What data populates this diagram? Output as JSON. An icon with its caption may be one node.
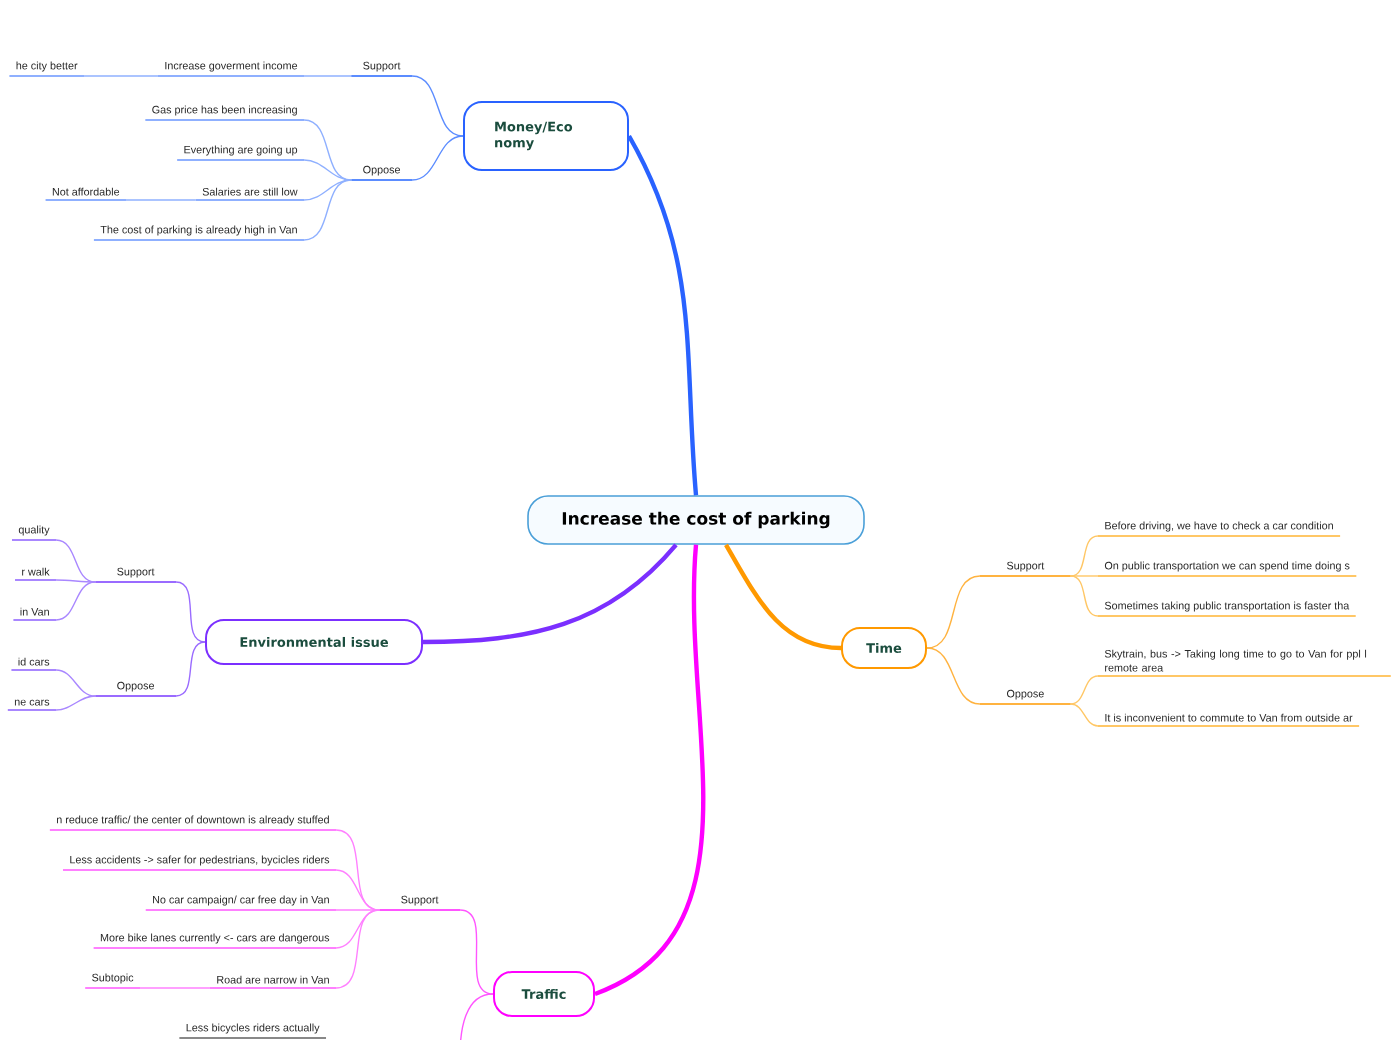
{
  "diagram": {
    "nodes": [
      {
        "text": [
          "Increase the cost of parking"
        ]
      },
      {
        "text": [
          "Money/Eco nomy"
        ]
      },
      {
        "text": [
          "Support"
        ]
      },
      {
        "text": [
          "Increase goverment income"
        ]
      },
      {
        "text": [
          "he city better"
        ]
      },
      {
        "text": [
          "Oppose"
        ]
      },
      {
        "text": [
          "Gas price  has been increasing"
        ]
      },
      {
        "text": [
          "Everything are going up"
        ]
      },
      {
        "text": [
          "Salaries are still low"
        ]
      },
      {
        "text": [
          "Not affordable"
        ]
      },
      {
        "text": [
          "The  cost of parking is already high in Van"
        ]
      },
      {
        "text": [
          "Environmental issue"
        ]
      },
      {
        "text": [
          "Support"
        ]
      },
      {
        "text": [
          "quality"
        ]
      },
      {
        "text": [
          "r walk"
        ]
      },
      {
        "text": [
          "in Van"
        ]
      },
      {
        "text": [
          "Oppose"
        ]
      },
      {
        "text": [
          "id cars"
        ]
      },
      {
        "text": [
          "ne cars"
        ]
      },
      {
        "text": [
          "Time"
        ]
      },
      {
        "text": [
          "Support"
        ]
      },
      {
        "text": [
          "Before driving, we have to check a car condition"
        ]
      },
      {
        "text": [
          "On public transportation we can spend time doing  s"
        ]
      },
      {
        "text": [
          "Sometimes taking public transportation is  faster tha"
        ]
      },
      {
        "text": [
          "Oppose"
        ]
      },
      {
        "text": [
          "Skytrain, bus -> Taking long time to go to Van for ppl l remote area"
        ]
      },
      {
        "text": [
          "It is inconvenient to commute to Van from outside ar"
        ]
      },
      {
        "text": [
          "Traffic"
        ]
      },
      {
        "text": [
          "Support"
        ]
      },
      {
        "text": [
          "n reduce traffic/ the center of downtown is already stuffed"
        ]
      },
      {
        "text": [
          "Less accidents -> safer for pedestrians, bycicles riders"
        ]
      },
      {
        "text": [
          "No car campaign/ car free day in Van"
        ]
      },
      {
        "text": [
          "More bike lanes currently <- cars are dangerous"
        ]
      },
      {
        "text": [
          "Road are narrow in Van"
        ]
      },
      {
        "text": [
          "Subtopic"
        ]
      },
      {
        "text": [
          "Less bicycles riders actually"
        ]
      }
    ],
    "edges": [
      {
        "from": 0,
        "to": 1,
        "arrow": "none",
        "style": "thick",
        "color": "#2962ff"
      },
      {
        "from": 0,
        "to": 11,
        "arrow": "none",
        "style": "thick",
        "color": "#7b2fff"
      },
      {
        "from": 0,
        "to": 19,
        "arrow": "none",
        "style": "thick",
        "color": "#ff9900"
      },
      {
        "from": 0,
        "to": 27,
        "arrow": "none",
        "style": "thick",
        "color": "#ff00ff"
      },
      {
        "from": 1,
        "to": 2,
        "arrow": "none",
        "color": "#5b8cff"
      },
      {
        "from": 1,
        "to": 5,
        "arrow": "none",
        "color": "#5b8cff"
      },
      {
        "from": 2,
        "to": 3,
        "arrow": "none",
        "color": "#8fb0ff"
      },
      {
        "from": 3,
        "to": 4,
        "arrow": "none",
        "color": "#8fb0ff"
      },
      {
        "from": 5,
        "to": 6,
        "arrow": "none",
        "color": "#8fb0ff"
      },
      {
        "from": 5,
        "to": 7,
        "arrow": "none",
        "color": "#8fb0ff"
      },
      {
        "from": 5,
        "to": 8,
        "arrow": "none",
        "color": "#8fb0ff"
      },
      {
        "from": 5,
        "to": 10,
        "arrow": "none",
        "color": "#8fb0ff"
      },
      {
        "from": 8,
        "to": 9,
        "arrow": "none",
        "color": "#8fb0ff"
      },
      {
        "from": 11,
        "to": 12,
        "arrow": "none",
        "color": "#9a6bff"
      },
      {
        "from": 11,
        "to": 16,
        "arrow": "none",
        "color": "#9a6bff"
      },
      {
        "from": 12,
        "to": 13,
        "arrow": "none",
        "color": "#a987ff"
      },
      {
        "from": 12,
        "to": 14,
        "arrow": "none",
        "color": "#a987ff"
      },
      {
        "from": 12,
        "to": 15,
        "arrow": "none",
        "color": "#a987ff"
      },
      {
        "from": 16,
        "to": 17,
        "arrow": "none",
        "color": "#a987ff"
      },
      {
        "from": 16,
        "to": 18,
        "arrow": "none",
        "color": "#a987ff"
      },
      {
        "from": 19,
        "to": 20,
        "arrow": "none",
        "color": "#ffb340"
      },
      {
        "from": 19,
        "to": 24,
        "arrow": "none",
        "color": "#ffb340"
      },
      {
        "from": 20,
        "to": 21,
        "arrow": "none",
        "color": "#ffc766"
      },
      {
        "from": 20,
        "to": 22,
        "arrow": "none",
        "color": "#ffc766"
      },
      {
        "from": 20,
        "to": 23,
        "arrow": "none",
        "color": "#ffc766"
      },
      {
        "from": 24,
        "to": 25,
        "arrow": "none",
        "color": "#ffc766"
      },
      {
        "from": 24,
        "to": 26,
        "arrow": "none",
        "color": "#ffc766"
      },
      {
        "from": 27,
        "to": 28,
        "arrow": "none",
        "color": "#ff55ff"
      },
      {
        "from": 27,
        "to": null,
        "arrow": "none",
        "color": "#ff55ff"
      },
      {
        "from": 28,
        "to": 29,
        "arrow": "none",
        "color": "#ff80ff"
      },
      {
        "from": 28,
        "to": 30,
        "arrow": "none",
        "color": "#ff80ff"
      },
      {
        "from": 28,
        "to": 31,
        "arrow": "none",
        "color": "#ff80ff"
      },
      {
        "from": 28,
        "to": 32,
        "arrow": "none",
        "color": "#ff80ff"
      },
      {
        "from": 28,
        "to": 33,
        "arrow": "none",
        "color": "#ff80ff"
      },
      {
        "from": 33,
        "to": 34,
        "arrow": "none",
        "color": "#ff80ff"
      }
    ]
  }
}
